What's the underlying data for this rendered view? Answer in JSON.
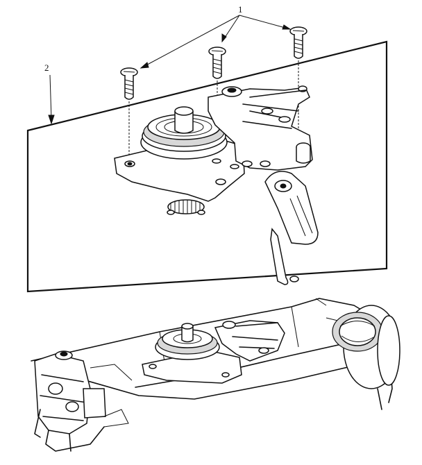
{
  "callouts": [
    {
      "number": "1",
      "part": "screws"
    },
    {
      "number": "2",
      "part": "cover-plate"
    }
  ]
}
